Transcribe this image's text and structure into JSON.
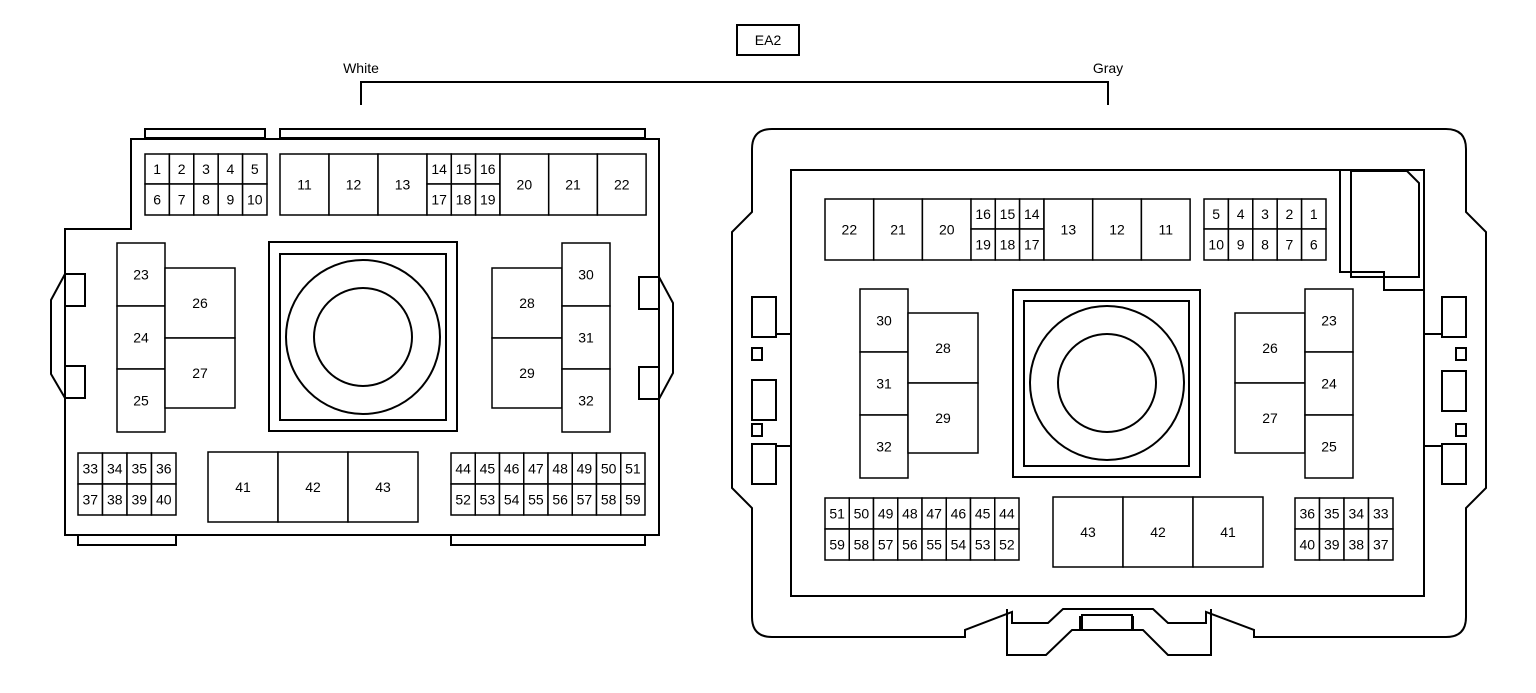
{
  "connector_id": "EA2",
  "labels": {
    "left": "White",
    "right": "Gray"
  },
  "left": {
    "row_1_to_5": [
      "1",
      "2",
      "3",
      "4",
      "5"
    ],
    "row_6_to_10": [
      "6",
      "7",
      "8",
      "9",
      "10"
    ],
    "big_11_13": [
      "11",
      "12",
      "13"
    ],
    "top_14_16": [
      "14",
      "15",
      "16"
    ],
    "bot_17_19": [
      "17",
      "18",
      "19"
    ],
    "big_20_22": [
      "20",
      "21",
      "22"
    ],
    "col_23_25": [
      "23",
      "24",
      "25"
    ],
    "col_26_27": [
      "26",
      "27"
    ],
    "col_28_29": [
      "28",
      "29"
    ],
    "col_30_32": [
      "30",
      "31",
      "32"
    ],
    "row_33_36": [
      "33",
      "34",
      "35",
      "36"
    ],
    "row_37_40": [
      "37",
      "38",
      "39",
      "40"
    ],
    "big_41_43": [
      "41",
      "42",
      "43"
    ],
    "row_44_51": [
      "44",
      "45",
      "46",
      "47",
      "48",
      "49",
      "50",
      "51"
    ],
    "row_52_59": [
      "52",
      "53",
      "54",
      "55",
      "56",
      "57",
      "58",
      "59"
    ]
  },
  "right": {
    "big_22_20": [
      "22",
      "21",
      "20"
    ],
    "top_16_14": [
      "16",
      "15",
      "14"
    ],
    "bot_19_17": [
      "19",
      "18",
      "17"
    ],
    "big_13_11": [
      "13",
      "12",
      "11"
    ],
    "row_5_to_1": [
      "5",
      "4",
      "3",
      "2",
      "1"
    ],
    "row_10_to_6": [
      "10",
      "9",
      "8",
      "7",
      "6"
    ],
    "col_30_32": [
      "30",
      "31",
      "32"
    ],
    "col_28_29": [
      "28",
      "29"
    ],
    "col_26_27": [
      "26",
      "27"
    ],
    "col_23_25": [
      "23",
      "24",
      "25"
    ],
    "row_51_44": [
      "51",
      "50",
      "49",
      "48",
      "47",
      "46",
      "45",
      "44"
    ],
    "row_59_52": [
      "59",
      "58",
      "57",
      "56",
      "55",
      "54",
      "53",
      "52"
    ],
    "big_43_41": [
      "43",
      "42",
      "41"
    ],
    "row_36_33": [
      "36",
      "35",
      "34",
      "33"
    ],
    "row_40_37": [
      "40",
      "39",
      "38",
      "37"
    ]
  }
}
